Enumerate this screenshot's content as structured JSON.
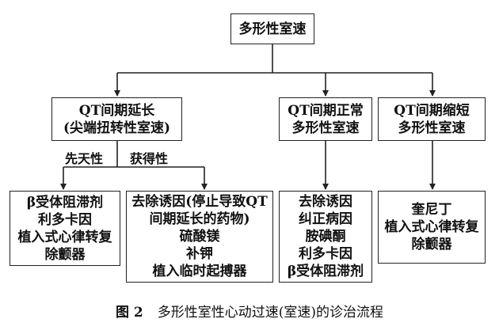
{
  "diagram": {
    "root": {
      "lines": [
        "多形性室速"
      ]
    },
    "qt_long": {
      "lines": [
        "QT间期延长",
        "(尖端扭转性室速)"
      ]
    },
    "qt_normal": {
      "lines": [
        "QT间期正常",
        "多形性室速"
      ]
    },
    "qt_short": {
      "lines": [
        "QT间期缩短",
        "多形性室速"
      ]
    },
    "branch_labels": {
      "congenital": "先天性",
      "acquired": "获得性"
    },
    "congenital_tx": {
      "lines": [
        "β受体阻滞剂",
        "利多卡因",
        "植入式心律转复",
        "除颤器"
      ]
    },
    "acquired_tx": {
      "lines": [
        "去除诱因(停止导致QT",
        "间期延长的药物)",
        "硫酸镁",
        "补钾",
        "植入临时起搏器"
      ]
    },
    "normal_tx": {
      "lines": [
        "去除诱因",
        "纠正病因",
        "胺碘酮",
        "利多卡因",
        "β受体阻滞剂"
      ]
    },
    "short_tx": {
      "lines": [
        "奎尼丁",
        "植入式心律转复",
        "除颤器"
      ]
    }
  },
  "caption": {
    "label": "图 2",
    "text": "多形性室性心动过速(室速)的诊治流程"
  }
}
